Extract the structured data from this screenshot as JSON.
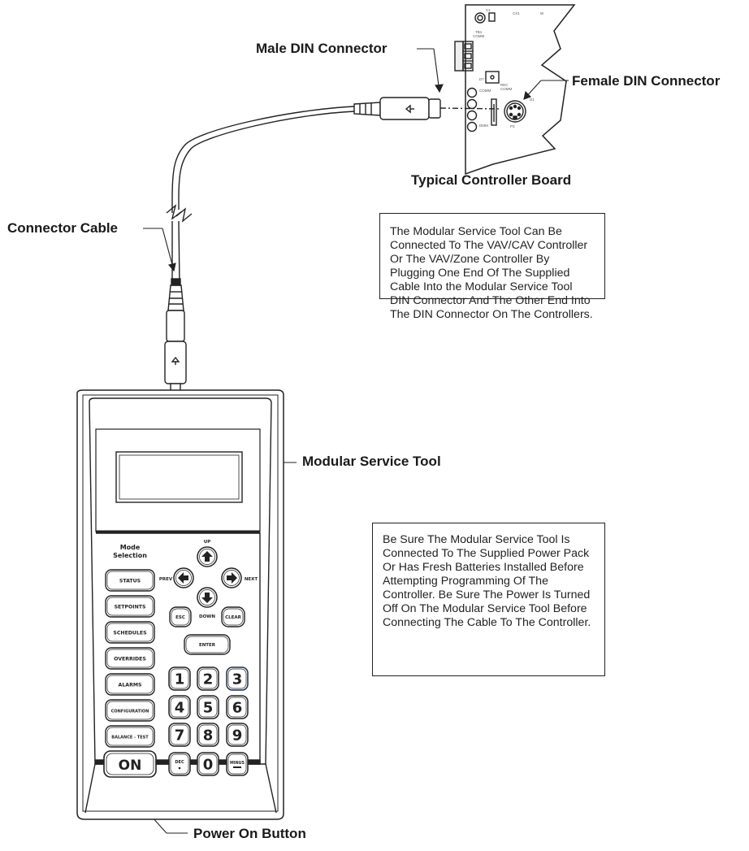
{
  "labels": {
    "male_din": "Male DIN Connector",
    "female_din": "Female DIN Connector",
    "controller_board": "Typical Controller Board",
    "connector_cable": "Connector Cable",
    "modular_service_tool": "Modular Service Tool",
    "power_on_button": "Power On Button"
  },
  "notes": {
    "connection": "The Modular Service Tool Can Be Connected To The VAV/CAV Controller Or The VAV/Zone Controller By Plugging One End Of The Supplied Cable Into the Modular Service Tool DIN Connector And The Other End Into The DIN Connector On The Controllers.",
    "power": "Be Sure The Modular Service Tool Is Connected To The Supplied Power Pack Or Has Fresh Batteries Installed Before Attempting Programming Of The Controller. Be Sure The Power Is Turned Off On The Modular Service Tool Before Connecting The Cable To The Controller."
  },
  "keypad": {
    "mode_title": "Mode\nSelection",
    "mode_buttons": [
      "STATUS",
      "SETPOINTS",
      "SCHEDULES",
      "OVERRIDES",
      "ALARMS",
      "CONFIGURATION",
      "BALANCE - TEST"
    ],
    "on_label": "ON",
    "nav": {
      "up": "UP",
      "down": "DOWN",
      "prev": "PREV",
      "next": "NEXT"
    },
    "esc": "ESC",
    "clear": "CLEAR",
    "enter": "ENTER",
    "digits": [
      "1",
      "2",
      "3",
      "4",
      "5",
      "6",
      "7",
      "8",
      "9"
    ],
    "dec": "DEC",
    "zero": "0",
    "minus": "MINUS"
  },
  "board": {
    "labels": [
      "C1",
      "CX1",
      "W",
      "TB1",
      "COMM",
      "COMM",
      "REC",
      "COMM",
      "D7",
      "DMM",
      "P3",
      "D1"
    ]
  }
}
